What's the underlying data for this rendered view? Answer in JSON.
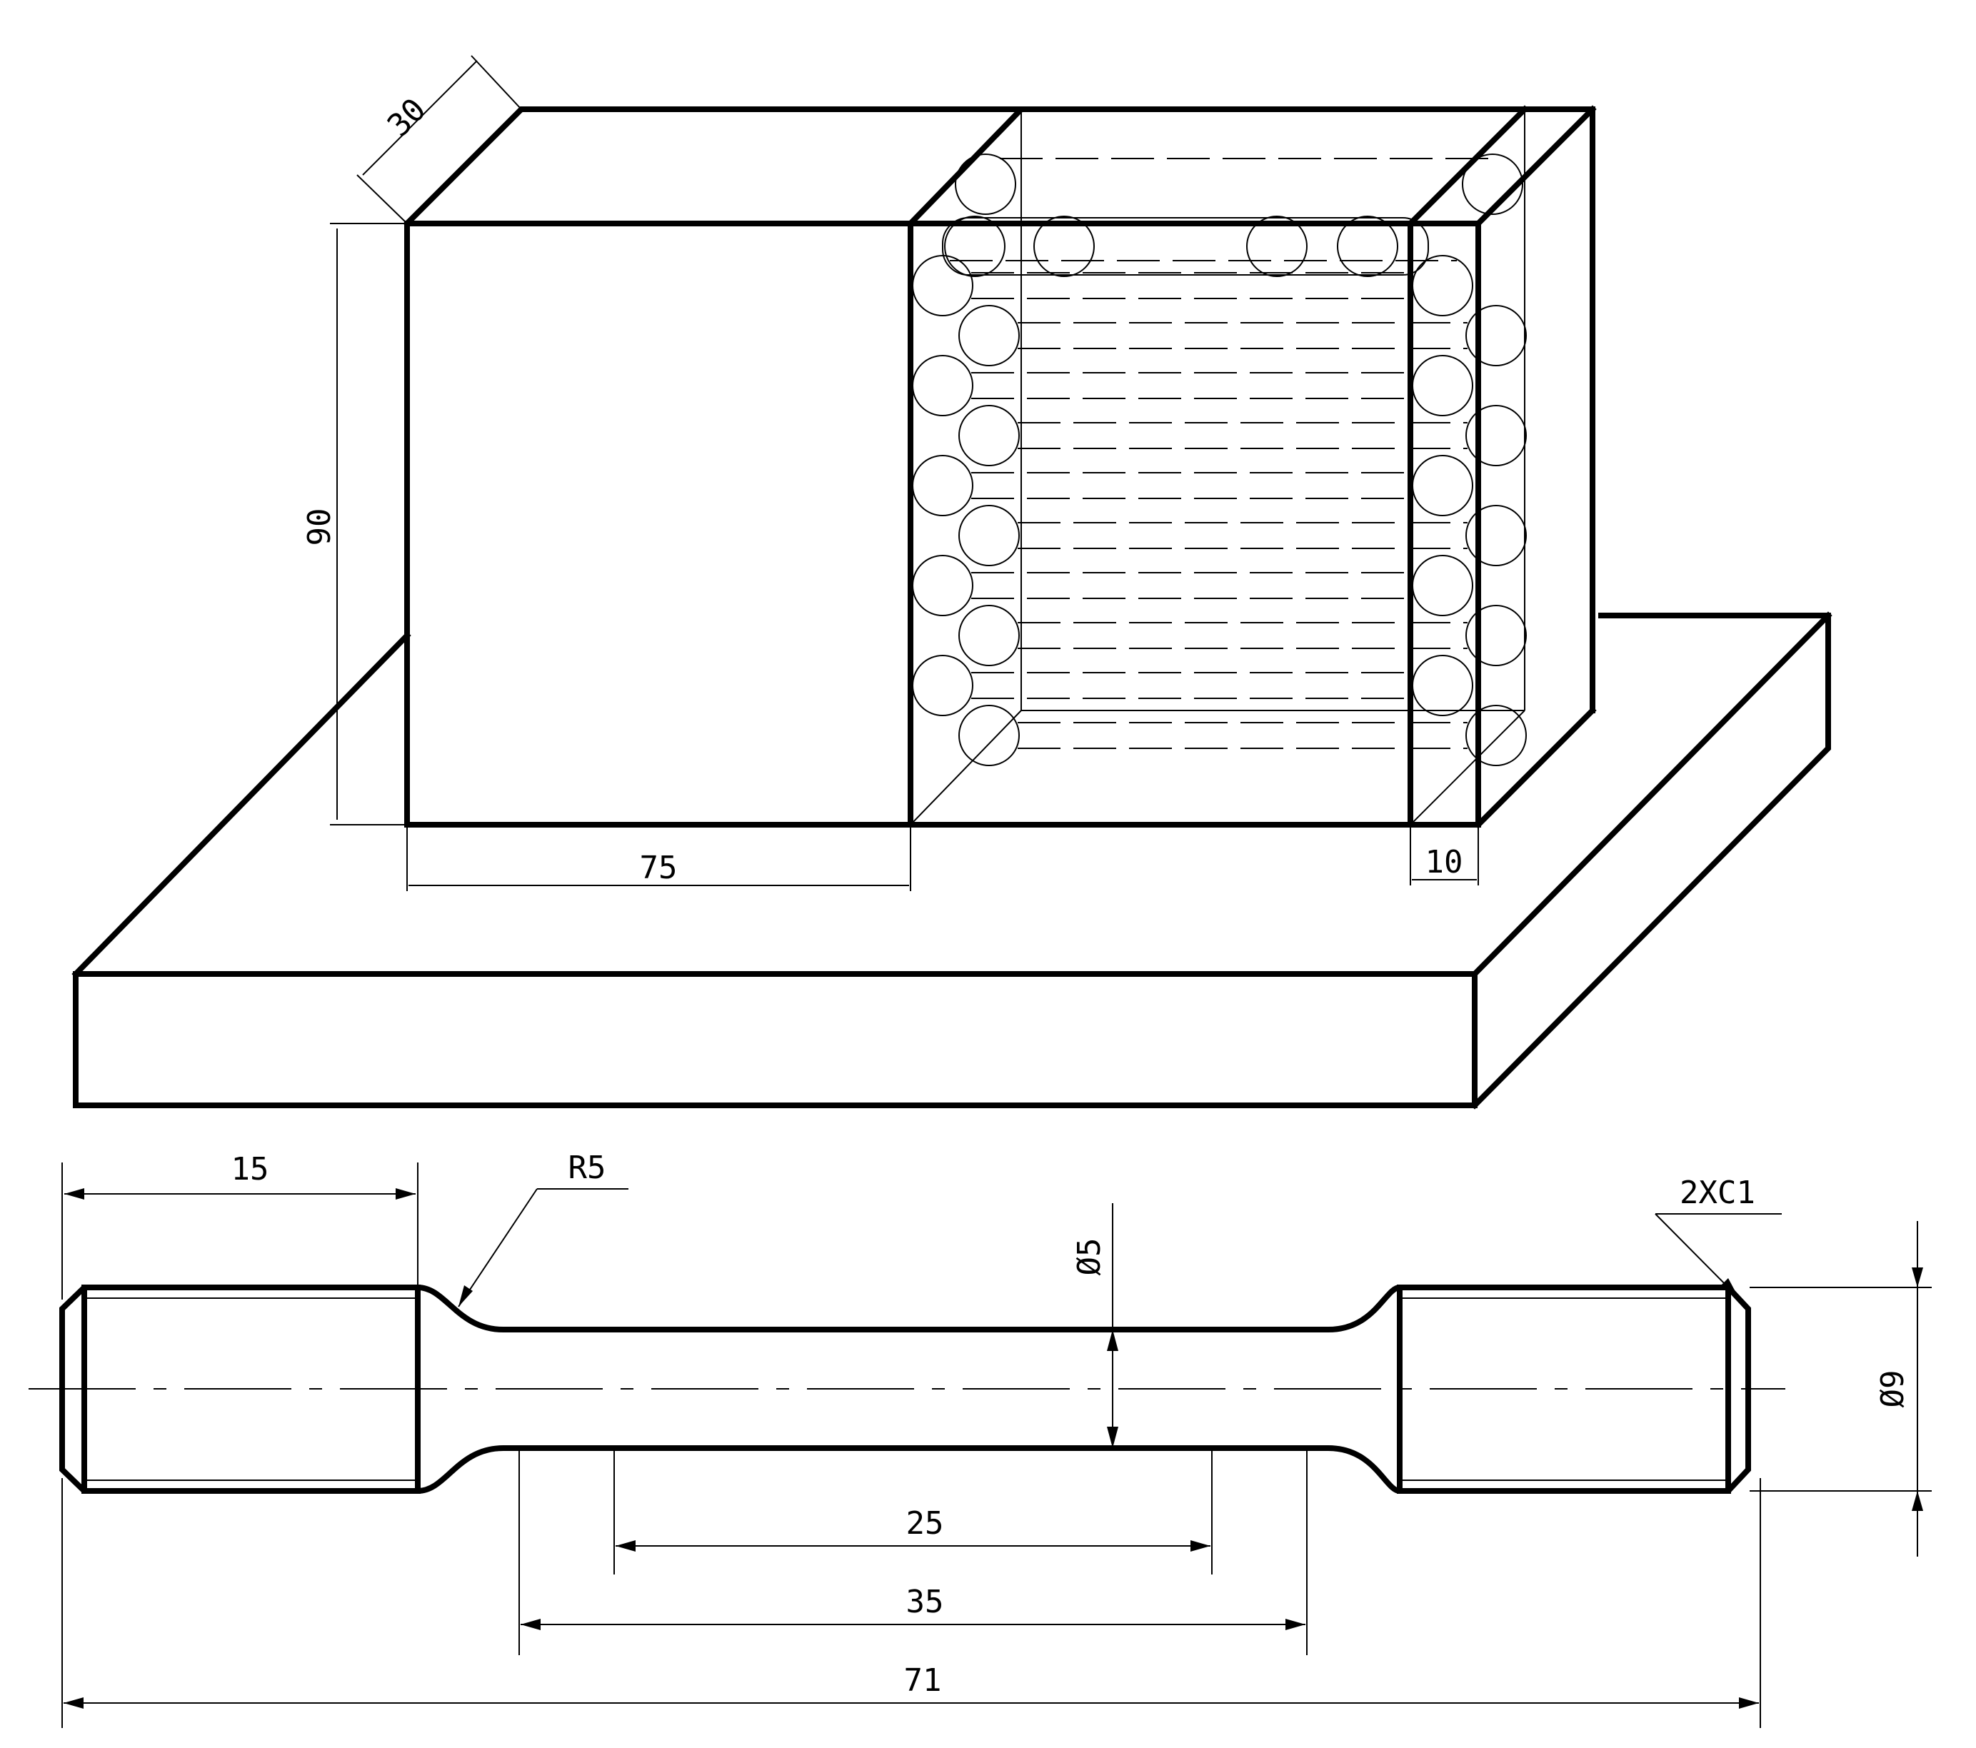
{
  "block_view": {
    "dim_depth": "30",
    "dim_height": "90",
    "dim_width": "75",
    "dim_wall": "10"
  },
  "specimen_view": {
    "dim_grip_length": "15",
    "fillet_radius": "R5",
    "gauge_diameter": "Ø5",
    "chamfer": "2XC1",
    "grip_diameter": "Ø9",
    "gauge_length": "25",
    "parallel_length": "35",
    "total_length": "71"
  }
}
